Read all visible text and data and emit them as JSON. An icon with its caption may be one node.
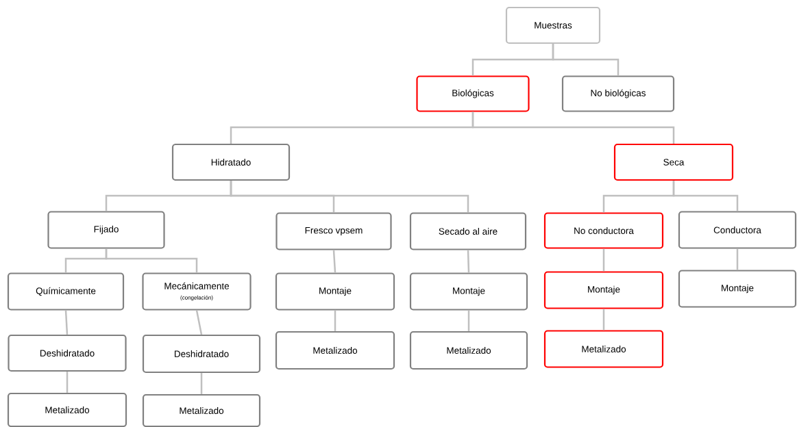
{
  "diagram": {
    "nodes": [
      {
        "text": [
          "Muestras"
        ]
      },
      {
        "text": [
          "Biológicas"
        ]
      },
      {
        "text": [
          "No biológicas"
        ]
      },
      {
        "text": [
          "Hidratado"
        ]
      },
      {
        "text": [
          "Seca"
        ]
      },
      {
        "text": [
          "Fijado"
        ]
      },
      {
        "text": [
          "Fresco vpsem"
        ]
      },
      {
        "text": [
          "Secado al aire"
        ]
      },
      {
        "text": [
          "No conductora"
        ]
      },
      {
        "text": [
          "Conductora"
        ]
      },
      {
        "text": [
          "Químicamente"
        ]
      },
      {
        "text": [
          "Mecánicamente",
          "(congelación)"
        ]
      },
      {
        "text": [
          "Deshidratado"
        ]
      },
      {
        "text": [
          "Deshidratado"
        ]
      },
      {
        "text": [
          "Metalizado"
        ]
      },
      {
        "text": [
          "Metalizado"
        ]
      },
      {
        "text": [
          "Montaje"
        ]
      },
      {
        "text": [
          "Metalizado"
        ]
      },
      {
        "text": [
          "Montaje"
        ]
      },
      {
        "text": [
          "Metalizado"
        ]
      },
      {
        "text": [
          "Montaje"
        ]
      },
      {
        "text": [
          "Metalizado"
        ]
      },
      {
        "text": [
          "Montaje"
        ]
      }
    ],
    "edges": [
      {
        "from": 0,
        "to": 1,
        "arrow": "none"
      },
      {
        "from": 0,
        "to": 2,
        "arrow": "none"
      },
      {
        "from": 1,
        "to": 3,
        "arrow": "none"
      },
      {
        "from": 1,
        "to": 4,
        "arrow": "none"
      },
      {
        "from": 3,
        "to": 5,
        "arrow": "none"
      },
      {
        "from": 3,
        "to": 6,
        "arrow": "none"
      },
      {
        "from": 3,
        "to": 7,
        "arrow": "none"
      },
      {
        "from": 4,
        "to": 8,
        "arrow": "none"
      },
      {
        "from": 4,
        "to": 9,
        "arrow": "none"
      },
      {
        "from": 5,
        "to": 10,
        "arrow": "none"
      },
      {
        "from": 5,
        "to": 11,
        "arrow": "none"
      },
      {
        "from": 10,
        "to": 12,
        "arrow": "none"
      },
      {
        "from": 12,
        "to": 14,
        "arrow": "none"
      },
      {
        "from": 11,
        "to": 13,
        "arrow": "none"
      },
      {
        "from": 13,
        "to": 15,
        "arrow": "none"
      },
      {
        "from": 6,
        "to": 16,
        "arrow": "none"
      },
      {
        "from": 16,
        "to": 17,
        "arrow": "none"
      },
      {
        "from": 7,
        "to": 18,
        "arrow": "none"
      },
      {
        "from": 18,
        "to": 19,
        "arrow": "none"
      },
      {
        "from": 8,
        "to": 20,
        "arrow": "none"
      },
      {
        "from": 20,
        "to": 21,
        "arrow": "none"
      },
      {
        "from": 9,
        "to": 22,
        "arrow": "none"
      }
    ]
  }
}
